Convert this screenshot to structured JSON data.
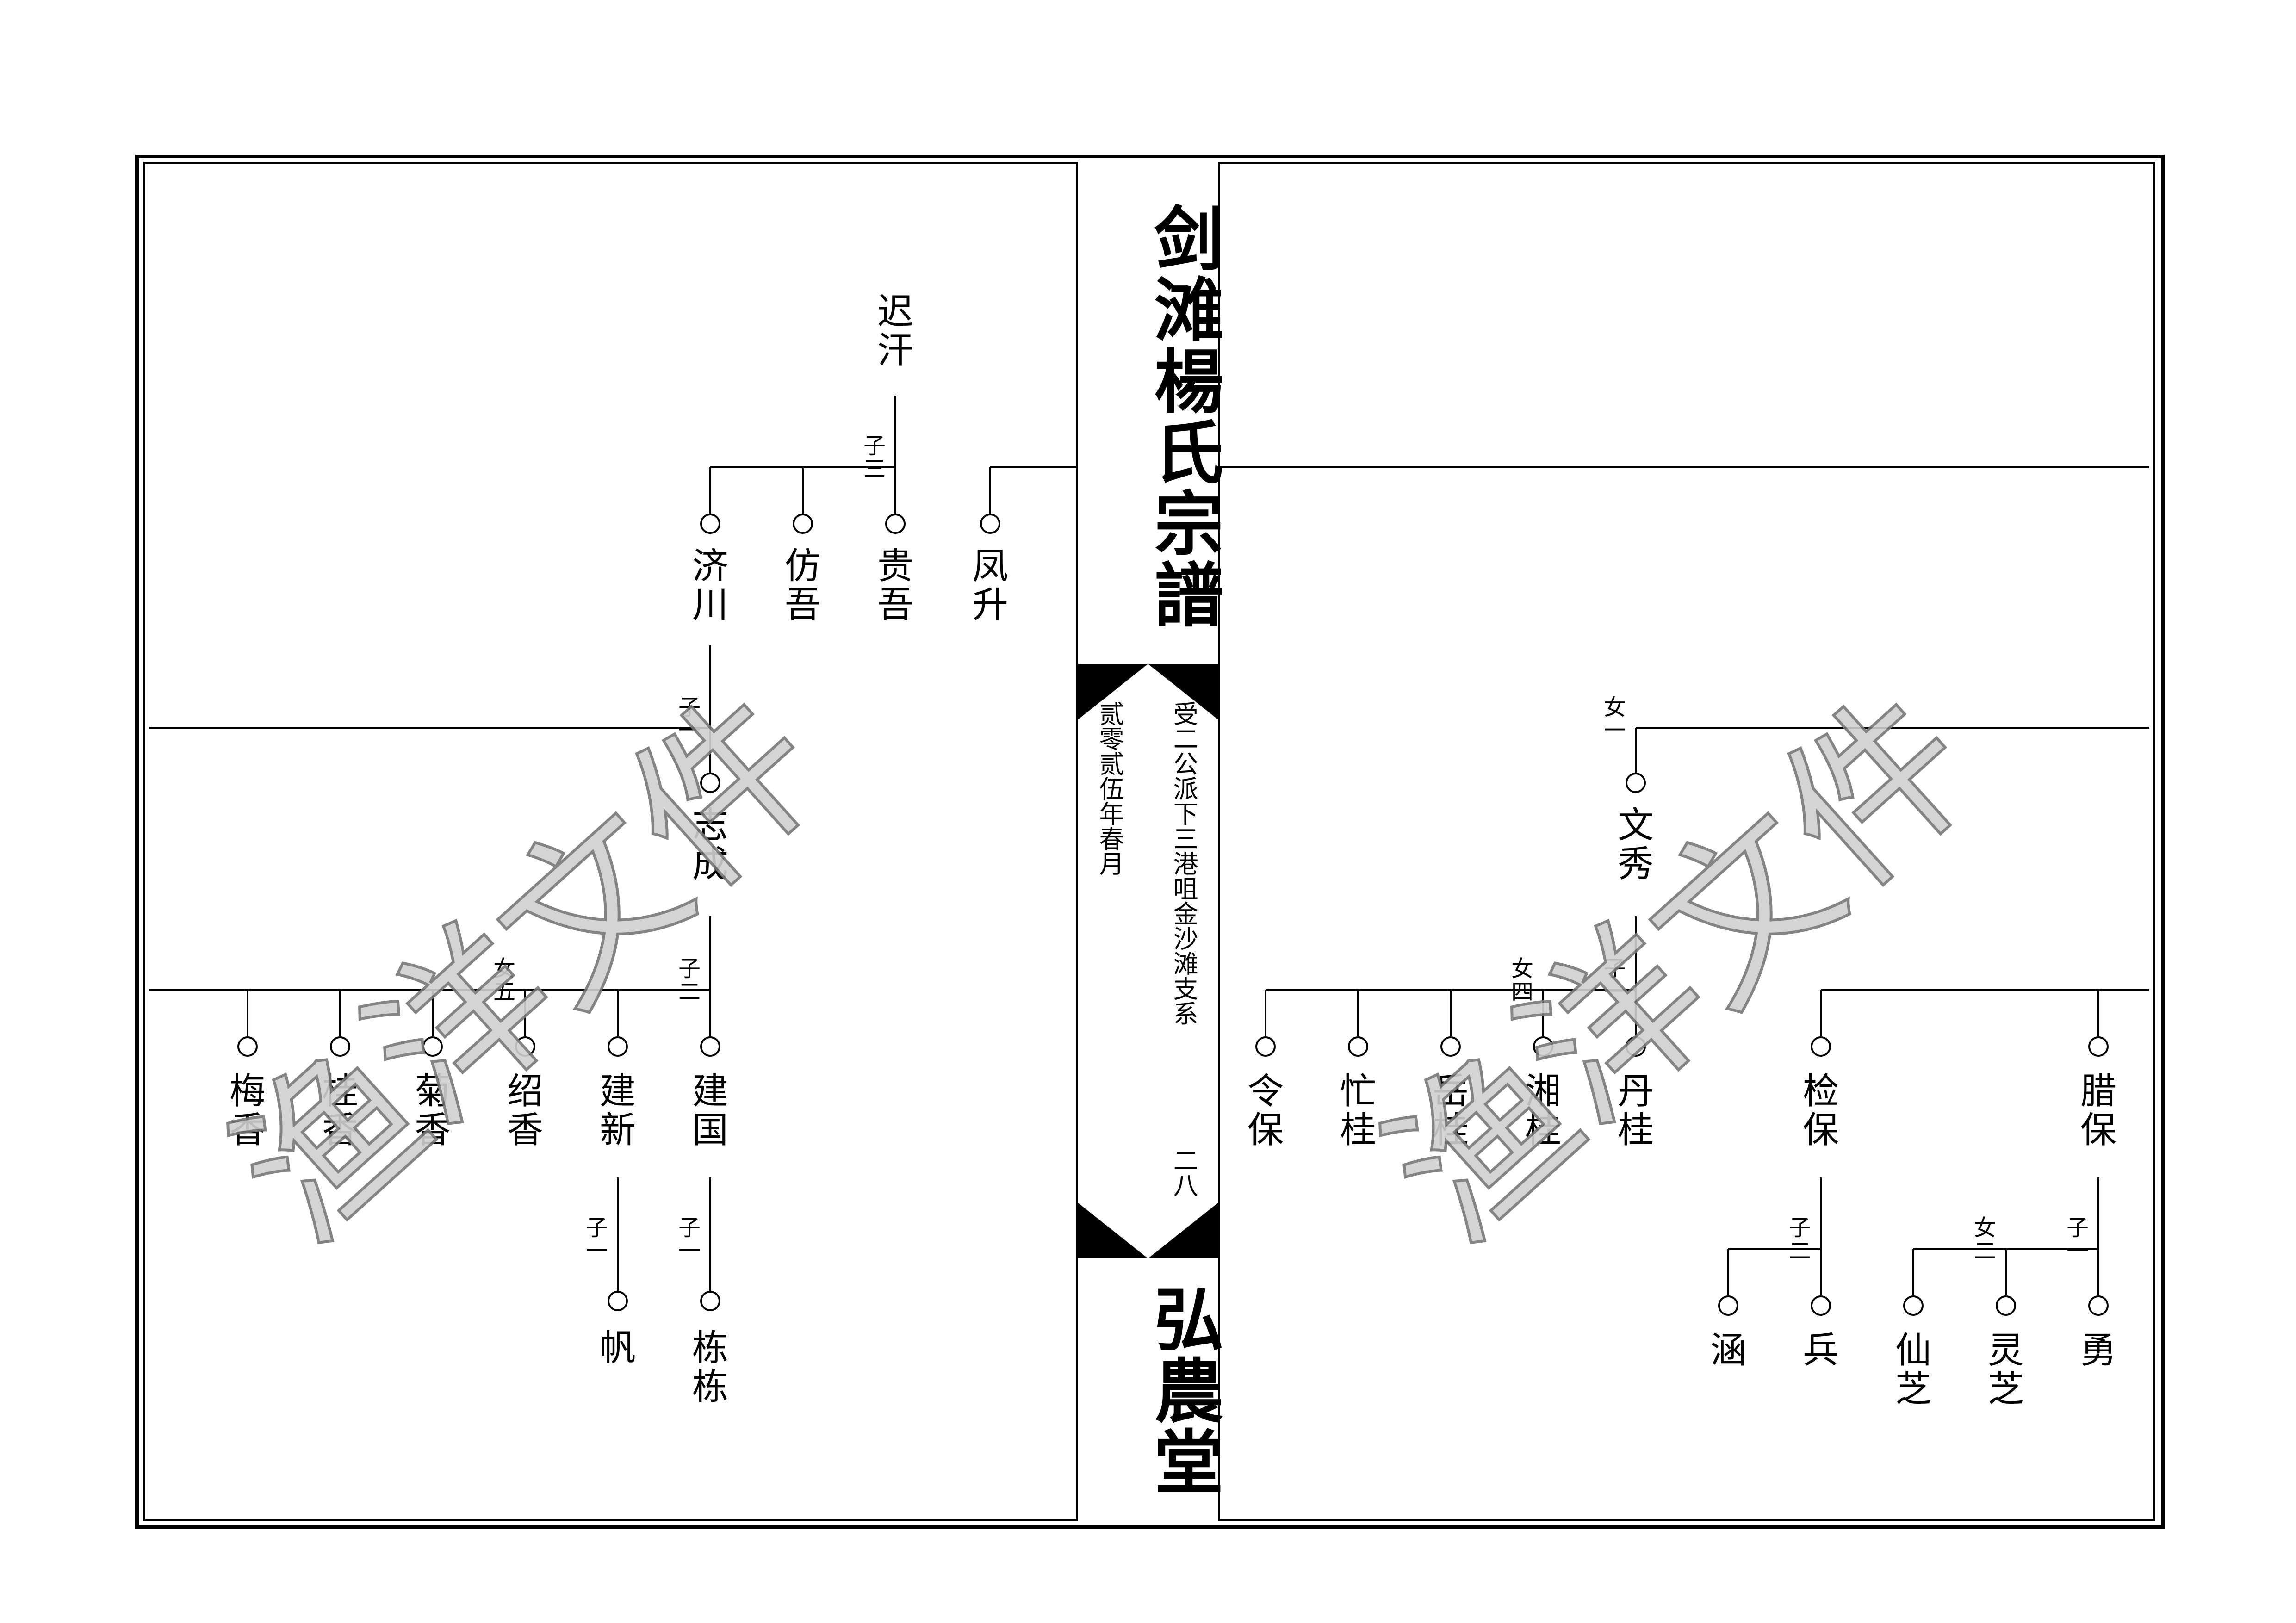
{
  "spine": {
    "title_top": "剑滩楊氏宗譜",
    "title_bottom": "弘農堂",
    "lineage": "受二公派下三港咀金沙滩支系",
    "date": "贰零贰伍年春月",
    "page_number": "二八"
  },
  "watermark": {
    "text": "渔洋文件"
  },
  "left_page": {
    "names": {
      "chigan": "迟汗",
      "fengsheng": "凤升",
      "guiwu": "贵吾",
      "fangwu": "仿吾",
      "jichuan": "济川",
      "zhicheng": "志成",
      "jianguo": "建国",
      "jianxin": "建新",
      "shaoxiang": "绍香",
      "juxiang": "菊香",
      "guixiang": "桂香",
      "meixiang": "梅香",
      "dongdong": "栋栋",
      "fan": "帆"
    },
    "relations": {
      "chigan_sons": "子三",
      "jichuan_son": "子一",
      "zhicheng_sons": "子二",
      "zhicheng_daughters": "女五",
      "jianguo_son": "子一",
      "jianxin_son": "子一"
    }
  },
  "right_page": {
    "names": {
      "wenxiu": "文秀",
      "dangui": "丹桂",
      "xianggui": "湘桂",
      "yuegui": "岳桂",
      "manggui": "忙桂",
      "lingbao": "令保",
      "jianbao": "检保",
      "labao": "腊保",
      "bing": "兵",
      "han": "涵",
      "yong": "勇",
      "lingzhi": "灵芝",
      "xianzhi": "仙芝"
    },
    "relations": {
      "top_daughter": "女一",
      "wenxiu_son": "子一",
      "wenxiu_daughters": "女四",
      "jianbao_sons": "子二",
      "labao_son": "子一",
      "labao_daughters": "女二"
    }
  }
}
